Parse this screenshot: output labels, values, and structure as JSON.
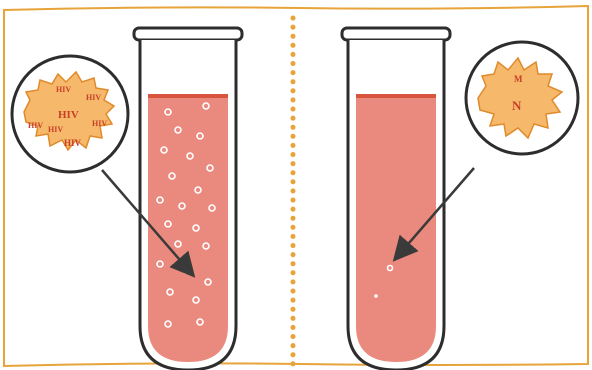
{
  "diagram": {
    "colors": {
      "border": "#e8a43a",
      "divider": "#e8a43a",
      "tube_outline": "#2d2d2d",
      "liquid": "#ea8a7e",
      "liquid_top": "#d9543f",
      "particle_fill": "#f6b86a",
      "particle_outline": "#e08a2a",
      "virus_text": "#c8402a",
      "arrow": "#3a3a3a"
    },
    "left_panel": {
      "zoom_particle_labels": [
        "HIV",
        "HIV",
        "HIV",
        "HIV",
        "HIV",
        "HIV",
        "HIV"
      ],
      "particles_in_tube": "many"
    },
    "right_panel": {
      "zoom_particle_labels": [
        "M",
        "N"
      ],
      "particles_in_tube": "few"
    },
    "icons": {
      "left_magnifier": "magnifier-circle-icon",
      "right_magnifier": "magnifier-circle-icon",
      "left_arrow": "pointer-arrow-icon",
      "right_arrow": "pointer-arrow-icon"
    }
  }
}
